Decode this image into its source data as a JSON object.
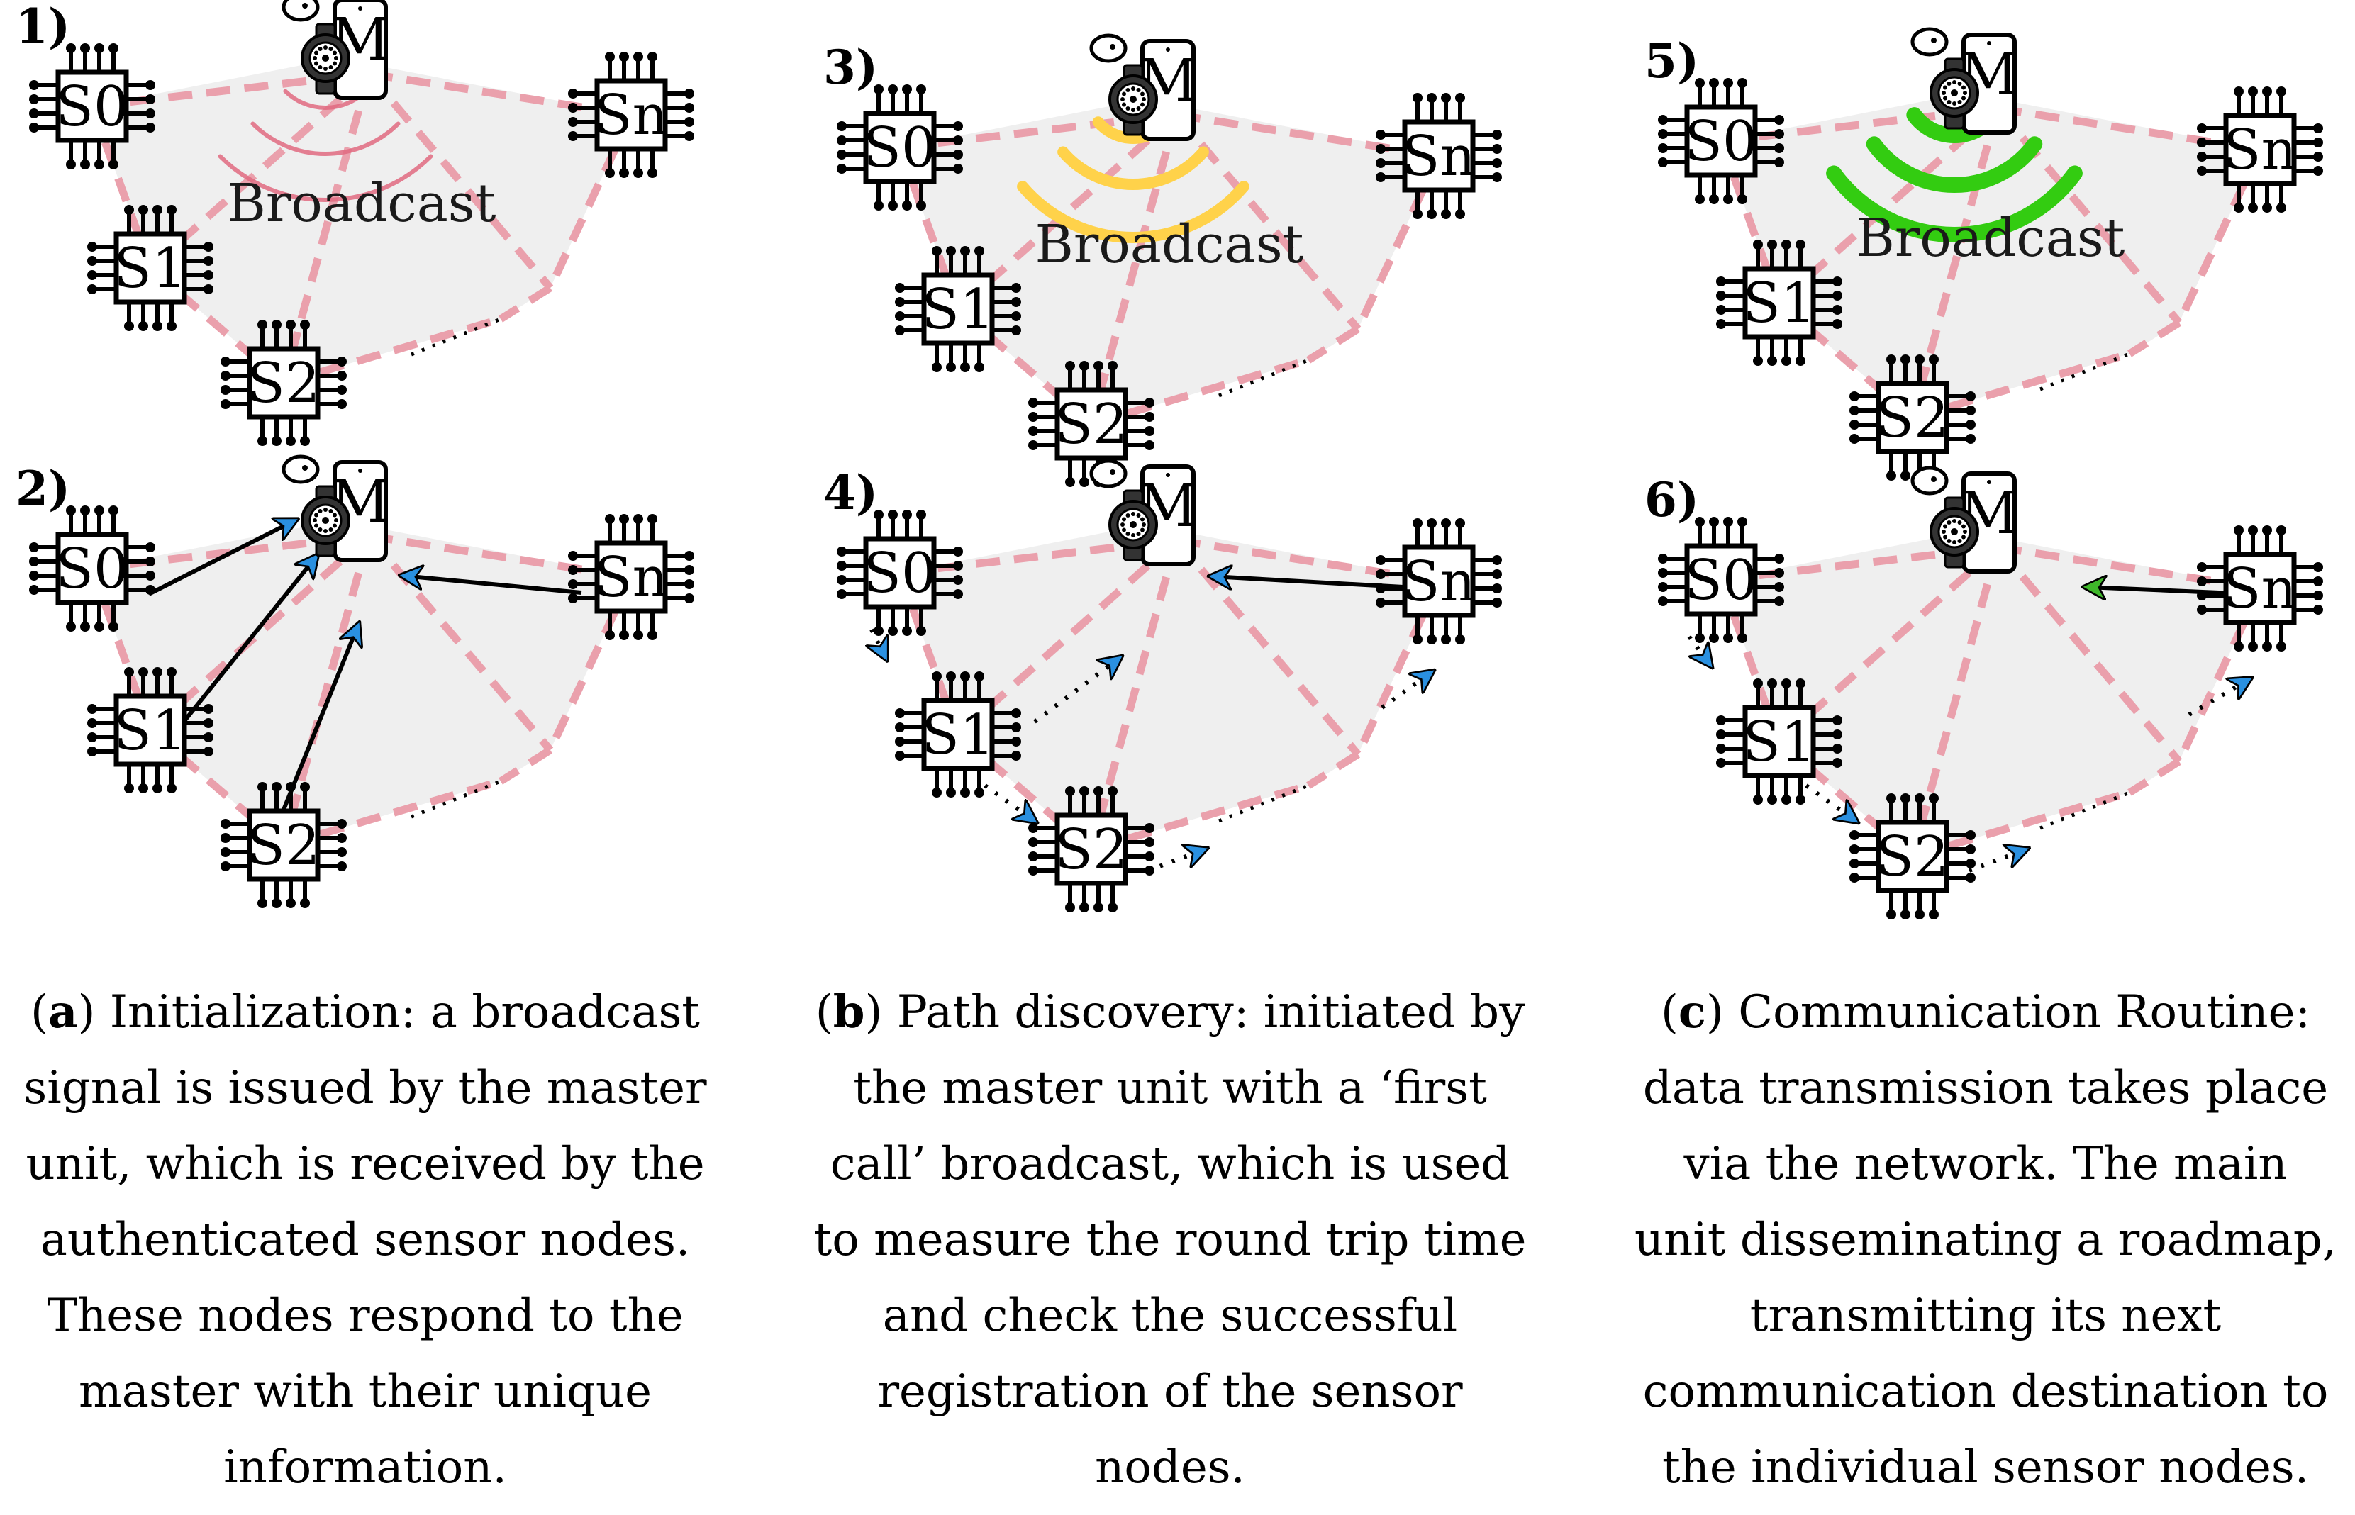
{
  "panels": [
    {
      "number": "1)",
      "stage": "init",
      "broadcast_text": "Broadcast",
      "wave_color": "#e06a80",
      "wave_style": "thin"
    },
    {
      "number": "2)",
      "stage": "respond"
    },
    {
      "number": "3)",
      "stage": "init",
      "broadcast_text": "Broadcast",
      "wave_color": "#ffd24a",
      "wave_style": "medium"
    },
    {
      "number": "4)",
      "stage": "discover"
    },
    {
      "number": "5)",
      "stage": "init",
      "broadcast_text": "Broadcast",
      "wave_color": "#33cc11",
      "wave_style": "thick"
    },
    {
      "number": "6)",
      "stage": "route"
    }
  ],
  "nodes": {
    "s0": "S0",
    "s1": "S1",
    "s2": "S2",
    "sn": "Sn",
    "master": "M"
  },
  "colors": {
    "link": "#eaa0ac",
    "region": "#efefef",
    "arrow_blue": "#2a90e0",
    "arrow_green": "#3fb82a",
    "wave_red": "#e06a80",
    "wave_yellow": "#ffd24a",
    "wave_green": "#33cc11"
  },
  "icons": [
    "chip-icon",
    "smartwatch-icon",
    "smartphone-icon",
    "wave-icon"
  ],
  "captions": [
    {
      "label": "a",
      "text": " Initialization: a broadcast signal is issued by the master unit, which is received by the authenticated sensor nodes. These nodes respond to the master with their unique information."
    },
    {
      "label": "b",
      "text": " Path discovery: initiated by the master unit with a ‘first call’ broadcast, which is used to measure the round trip time and check the successful registration of the sensor nodes."
    },
    {
      "label": "c",
      "text": " Communication Routine: data transmission takes place via the network. The main unit disseminating a roadmap, transmitting its next communication destination to the individual sensor nodes."
    }
  ]
}
